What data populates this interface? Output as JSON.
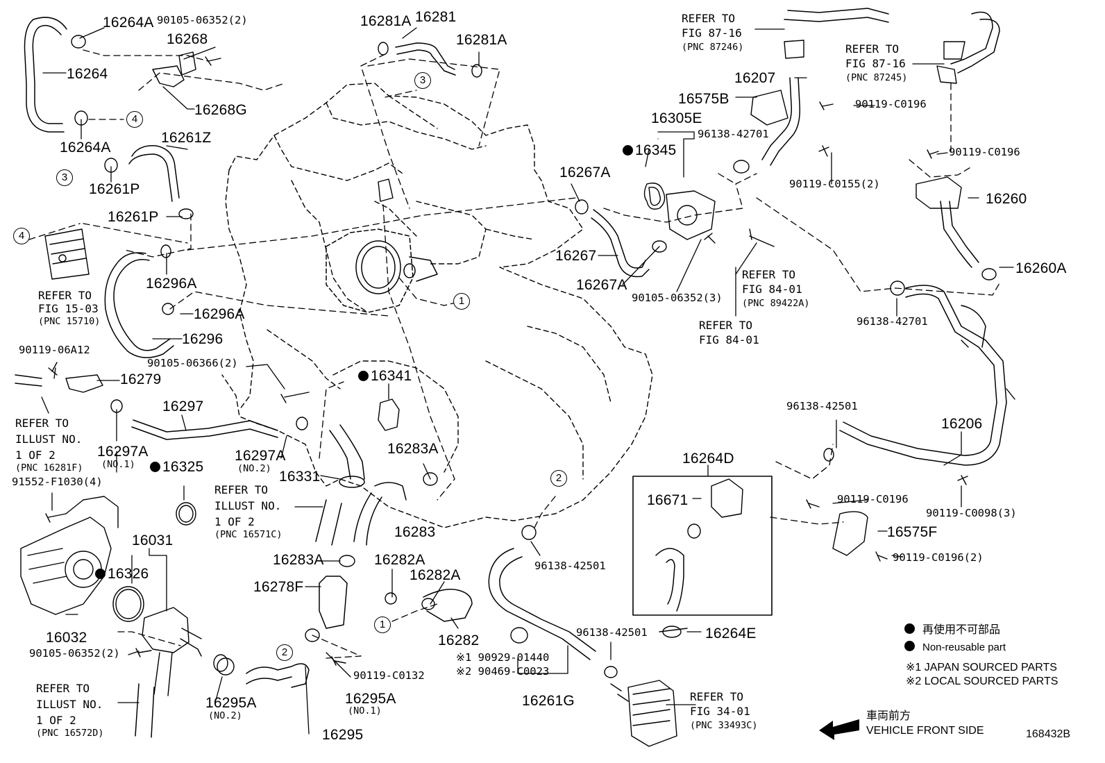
{
  "labels": {
    "p16264A_top": "16264A",
    "p90105_06352_2_top": "90105-06352(2)",
    "p16268": "16268",
    "p16264": "16264",
    "p16268G": "16268G",
    "p16264A_b": "16264A",
    "p16261Z": "16261Z",
    "p16261P_a": "16261P",
    "p16261P_b": "16261P",
    "p16296A_a": "16296A",
    "p16296A_b": "16296A",
    "p16296": "16296",
    "p90119_06A12": "90119-06A12",
    "p16279": "16279",
    "p90105_06366_2": "90105-06366(2)",
    "p16297": "16297",
    "p16297A_1": "16297A",
    "p16297A_1_sub": "(NO.1)",
    "p16297A_2": "16297A",
    "p16297A_2_sub": "(NO.2)",
    "p91552": "91552-F1030(4)",
    "p16325": "16325",
    "p16331": "16331",
    "p16341": "16341",
    "p16283A_a": "16283A",
    "p16283": "16283",
    "p16031": "16031",
    "p16326": "16326",
    "p16032": "16032",
    "p90105_06352_2_bot": "90105-06352(2)",
    "p16283A_b": "16283A",
    "p16282A_a": "16282A",
    "p16282A_b": "16282A",
    "p16278F": "16278F",
    "p16282": "16282",
    "p90119_C0132": "90119-C0132",
    "p16295A_a": "16295A",
    "p16295A_a_sub": "(NO.1)",
    "p16295A_b": "16295A",
    "p16295A_b_sub": "(NO.2)",
    "p16295": "16295",
    "p16281A_a": "16281A",
    "p16281": "16281",
    "p16281A_b": "16281A",
    "p16267A_a": "16267A",
    "p16267": "16267",
    "p16267A_b": "16267A",
    "p90105_06352_3": "90105-06352(3)",
    "p16345": "16345",
    "p16305E": "16305E",
    "p96138_42701_a": "96138-42701",
    "p16575B": "16575B",
    "p16207": "16207",
    "p90119_C0196_a": "90119-C0196",
    "p90119_C0155_2": "90119-C0155(2)",
    "p90119_C0196_b": "90119-C0196",
    "p16260": "16260",
    "p16260A": "16260A",
    "p96138_42701_b": "96138-42701",
    "p96138_42501_a": "96138-42501",
    "p16206": "16206",
    "p90119_C0098_3": "90119-C0098(3)",
    "p16264D": "16264D",
    "p16671": "16671",
    "p90119_C0196_c": "90119-C0196",
    "p16575F": "16575F",
    "p90119_C0196_2": "90119-C0196(2)",
    "p96138_42501_b": "96138-42501",
    "p96138_42501_c": "96138-42501",
    "p16264E": "16264E",
    "p90929": "※1 90929-01440",
    "p90469": "※2 90469-C0023",
    "p16261G": "16261G"
  },
  "refs": {
    "r_fig1503": [
      "REFER TO",
      "FIG 15-03",
      "(PNC 15710)"
    ],
    "r_illust_16281F": [
      "REFER TO",
      "ILLUST NO.",
      "1 OF 2",
      "(PNC 16281F)"
    ],
    "r_illust_16571C": [
      "REFER TO",
      "ILLUST NO.",
      "1 OF 2",
      "(PNC 16571C)"
    ],
    "r_illust_16572D": [
      "REFER TO",
      "ILLUST NO.",
      "1 OF 2",
      "(PNC 16572D)"
    ],
    "r_fig8716_a": [
      "REFER TO",
      "FIG 87-16",
      "(PNC 87246)"
    ],
    "r_fig8716_b": [
      "REFER TO",
      "FIG 87-16",
      "(PNC 87245)"
    ],
    "r_fig8401_pnc": [
      "REFER TO",
      "FIG 84-01",
      "(PNC 89422A)"
    ],
    "r_fig8401": [
      "REFER TO",
      "FIG 84-01"
    ],
    "r_fig3401": [
      "REFER TO",
      "FIG 34-01",
      "(PNC 33493C)"
    ]
  },
  "callouts": [
    "1",
    "2",
    "3",
    "4"
  ],
  "legend": {
    "nonreusable_ja": "再使用不可部品",
    "nonreusable_en": "Non-reusable part",
    "note1": "※1 JAPAN SOURCED PARTS",
    "note2": "※2 LOCAL SOURCED PARTS",
    "front_ja": "車両前方",
    "front_en": "VEHICLE FRONT SIDE"
  },
  "figure_code": "168432B"
}
